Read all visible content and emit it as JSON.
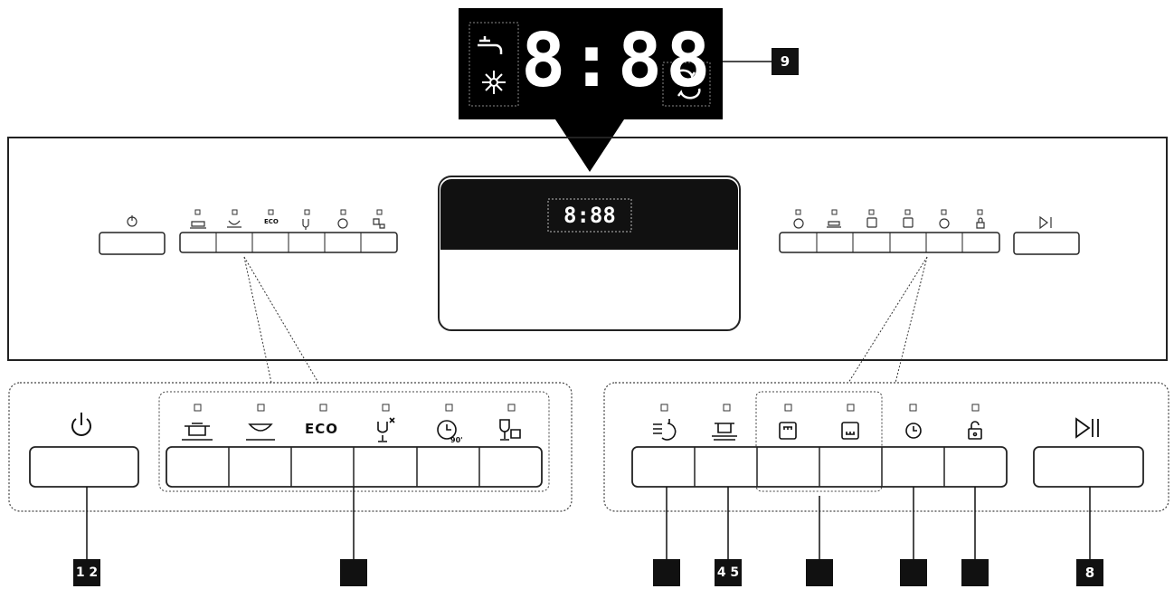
{
  "display": {
    "time_digits": "8:88",
    "small_time_digits": "8:88"
  },
  "program_buttons": {
    "eco_label": "ECO",
    "eco_label_small": "ECO"
  },
  "callouts": {
    "tag_1_2": "1 2",
    "tag_3": "",
    "tag_4_5": "4 5",
    "tag_6": "",
    "tag_7a": "",
    "tag_7b": "",
    "tag_8": "8",
    "tag_9": "9"
  },
  "icons": [
    "power-icon",
    "intensive-pot-icon",
    "normal-bowl-icon",
    "eco-icon",
    "glass-rapid-icon",
    "rapid-90-icon",
    "glass-cup-icon",
    "rinse-aid-icon",
    "half-load-upper-icon",
    "half-load-lower-icon",
    "delay-timer-icon",
    "child-lock-icon",
    "start-pause-icon",
    "tap-icon",
    "salt-sparkle-icon",
    "refresh-icon"
  ]
}
